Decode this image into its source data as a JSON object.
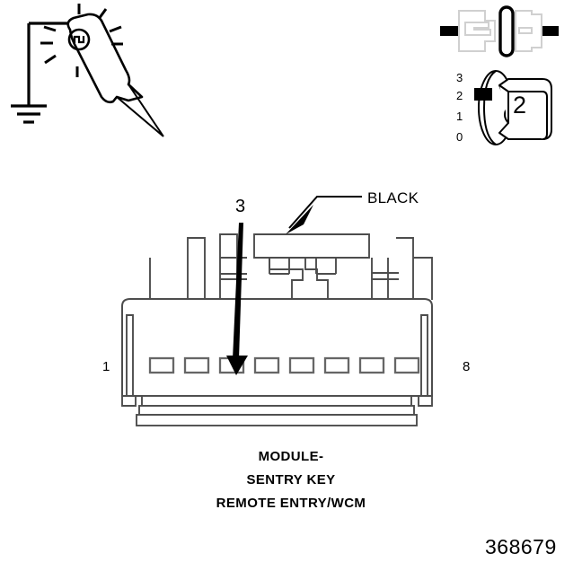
{
  "figure": {
    "number": "368679",
    "caption_lines": [
      "MODULE-",
      "SENTRY KEY",
      "REMOTE ENTRY/WCM"
    ]
  },
  "test_light": {
    "icon": "test-light-probe-icon",
    "ground_icon": "chassis-ground-icon",
    "lamp_icon": "lamp-bulb-icon"
  },
  "connector_state": {
    "disconnect_icon": "connector-disconnected-icon",
    "key_switch_icon": "ignition-key-switch-icon",
    "key_position_labels": [
      "3",
      "2",
      "1",
      "0"
    ],
    "key_selected_position": "2",
    "key_head_digit": "2"
  },
  "connector": {
    "name": "module-sentry-key-remote-entry-wcm-connector",
    "cavity_count": 8,
    "first_cavity_label": "1",
    "last_cavity_label": "8",
    "callout_cavity": "3",
    "wire_color_label": "BLACK",
    "colors": {
      "outline": "#4d4d4d",
      "cavity_stroke": "#666666",
      "ink": "#000000",
      "background": "#ffffff"
    }
  }
}
